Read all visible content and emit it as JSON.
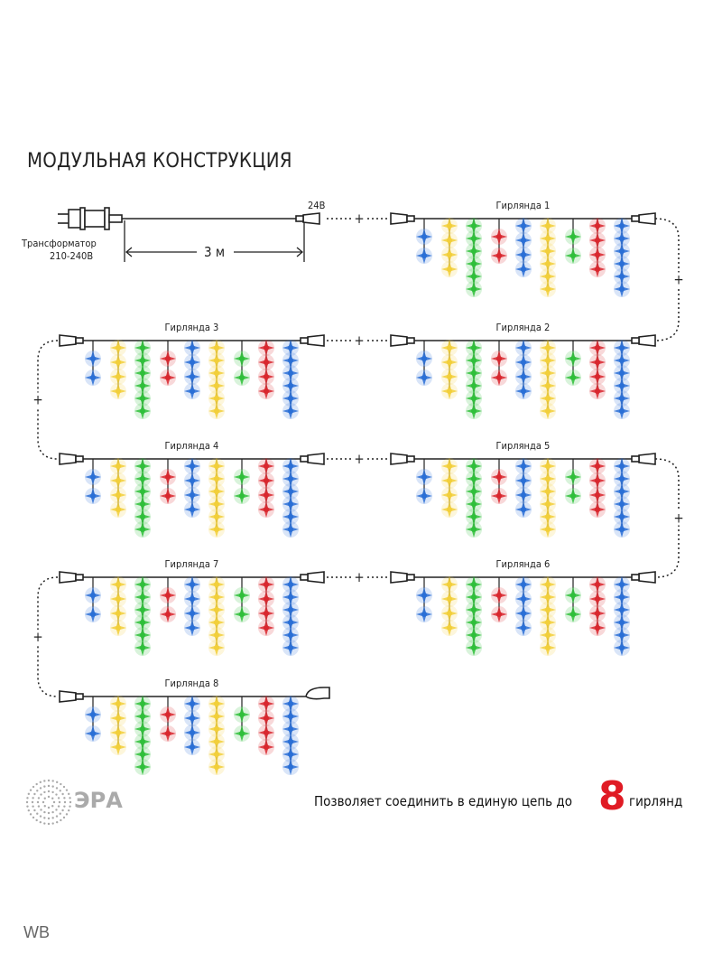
{
  "title": "МОДУЛЬНАЯ КОНСТРУКЦИЯ",
  "transformer": {
    "label": "Трансформатор",
    "voltage_in": "210-240В",
    "voltage_out": "24В",
    "cable_length": "3 м"
  },
  "connector_symbol": "+",
  "garlands": [
    {
      "label": "Гирлянда 1"
    },
    {
      "label": "Гирлянда 2"
    },
    {
      "label": "Гирлянда 3"
    },
    {
      "label": "Гирлянда 4"
    },
    {
      "label": "Гирлянда 5"
    },
    {
      "label": "Гирлянда 6"
    },
    {
      "label": "Гирлянда 7"
    },
    {
      "label": "Гирлянда 8"
    }
  ],
  "strand_pattern": [
    {
      "color": "#2a6fd6",
      "bulbs": 2
    },
    {
      "color": "#f2cf3a",
      "bulbs": 4
    },
    {
      "color": "#2fbf3a",
      "bulbs": 6
    },
    {
      "color": "#d9272e",
      "bulbs": 2
    },
    {
      "color": "#2a6fd6",
      "bulbs": 4
    },
    {
      "color": "#f2cf3a",
      "bulbs": 6
    },
    {
      "color": "#2fbf3a",
      "bulbs": 2
    },
    {
      "color": "#d9272e",
      "bulbs": 4
    },
    {
      "color": "#2a6fd6",
      "bulbs": 6
    }
  ],
  "footer": {
    "text": "Позволяет соединить в единую цепь до",
    "count": "8",
    "unit": "гирлянд"
  },
  "logo": "ЭРА",
  "watermark": "WB",
  "colors": {
    "accent": "#e01b24",
    "wire": "#222222",
    "logo": "#aaaaaa"
  }
}
